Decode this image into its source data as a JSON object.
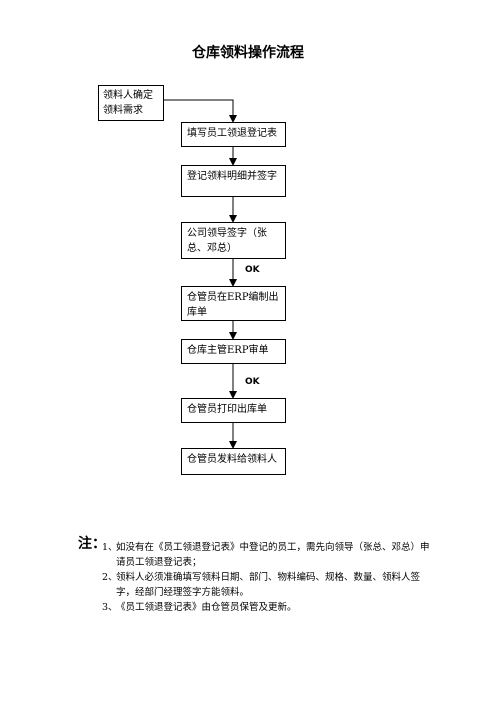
{
  "title": "仓库领料操作流程",
  "start_box": "领料人确定领料需求",
  "steps": [
    "填写员工领退登记表",
    "登记领料明细并签字",
    "公司领导签字（张总、邓总）",
    "仓管员在ERP编制出库单",
    "仓库主管ERP审单",
    "仓管员打印出库单",
    "仓管员发料给领料人"
  ],
  "ok_labels": [
    "OK",
    "OK"
  ],
  "notes": {
    "label": "注：",
    "items": [
      {
        "num": "1、",
        "text": "如没有在《员工领退登记表》中登记的员工，需先向领导（张总、邓总）申请员工领退登记表；"
      },
      {
        "num": "2、",
        "text": "领料人必须准确填写领料日期、部门、物料编码、规格、数量、领料人签字，经部门经理签字方能领料。"
      },
      {
        "num": "3、",
        "text": "《员工领退登记表》由仓管员保管及更新。"
      }
    ]
  }
}
